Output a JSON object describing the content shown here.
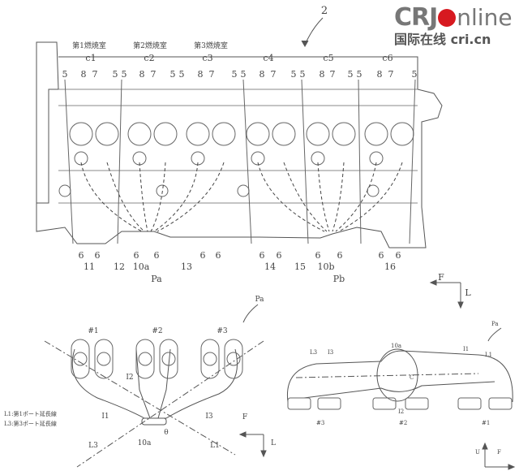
{
  "logo": {
    "brand_left": "CRJ",
    "brand_right": "nline",
    "subtitle": "国际在线 cri.cn",
    "accent": "#d71920"
  },
  "figure_number": "2",
  "chambers": [
    "第1燃焼室",
    "第2燃焼室",
    "第3燃焼室"
  ],
  "cylinders": [
    "c1",
    "c2",
    "c3",
    "c4",
    "c5",
    "c6"
  ],
  "top_refs": [
    "5",
    "8",
    "7",
    "5",
    "5",
    "8",
    "7",
    "5",
    "5",
    "8",
    "7",
    "5",
    "5",
    "8",
    "7",
    "5",
    "5",
    "8",
    "7",
    "5",
    "5",
    "8",
    "7",
    "5"
  ],
  "bottom_refs_row1": [
    "6",
    "6",
    "6",
    "6",
    "6",
    "6",
    "6",
    "6",
    "6",
    "6",
    "6",
    "6"
  ],
  "bottom_refs_row2": [
    "11",
    "12",
    "10a",
    "13",
    "14",
    "15",
    "10b",
    "16"
  ],
  "points": [
    "Pa",
    "Pb"
  ],
  "directions": {
    "front": "F",
    "left": "L",
    "up": "U"
  },
  "left_view": {
    "pointer": "Pa",
    "ports": [
      "#1",
      "#2",
      "#3"
    ],
    "pipes": [
      "I1",
      "I2",
      "I3"
    ],
    "outlet": "10a",
    "angle": "θ",
    "lines": [
      "L3",
      "L1"
    ],
    "legend": [
      "L1:第1ポート延長線",
      "L3:第3ポート延長線"
    ]
  },
  "right_view": {
    "pointer": "Pa",
    "outlet": "10a",
    "labels": [
      "L3",
      "I3",
      "I1",
      "L1",
      "C",
      "I2"
    ],
    "ports": [
      "#3",
      "#2",
      "#1"
    ]
  }
}
